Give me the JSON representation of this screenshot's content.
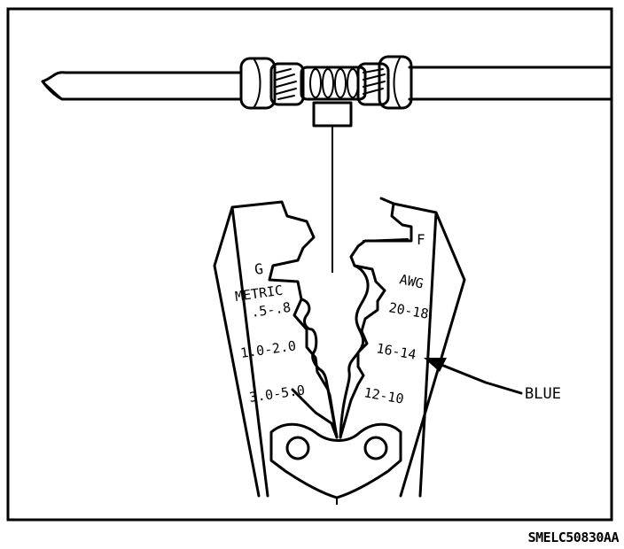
{
  "labels": {
    "g": "G",
    "f": "F",
    "metric": "METRIC",
    "awg": "AWG",
    "metric_sizes": [
      ".5-.8",
      "1.0-2.0",
      "3.0-5.0"
    ],
    "awg_sizes": [
      "20-18",
      "16-14",
      "12-10"
    ],
    "blue": "BLUE"
  },
  "figure_code": "SMELC50830AA",
  "colors": {
    "ink": "#000000",
    "paper": "#ffffff"
  }
}
